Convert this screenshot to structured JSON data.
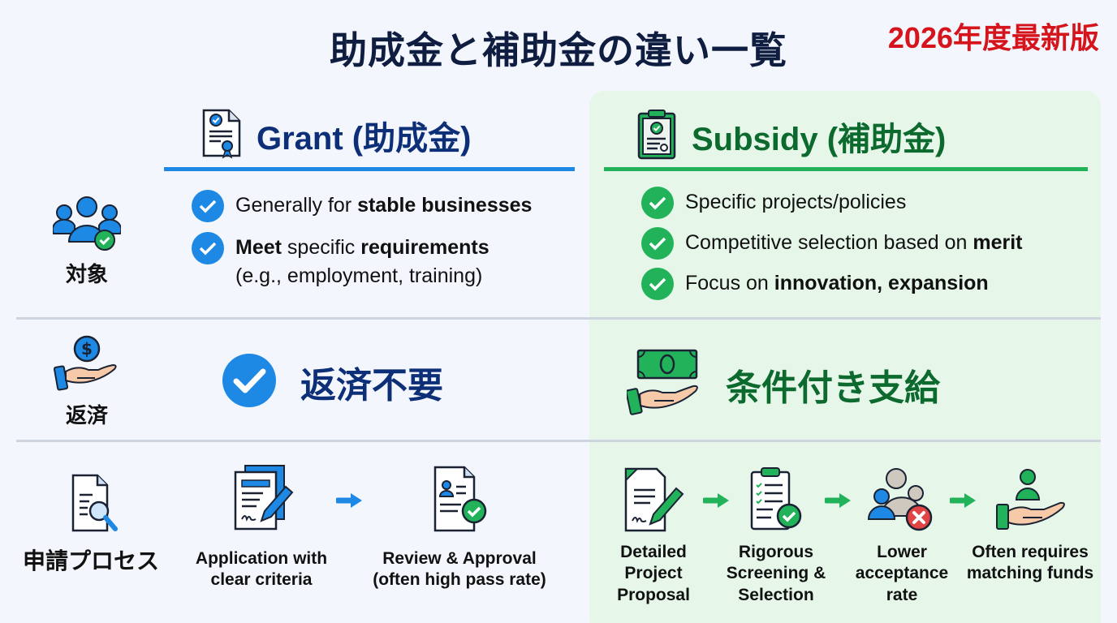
{
  "header": {
    "title": "助成金と補助金の違い一覧",
    "edition_badge": "2026年度最新版"
  },
  "colors": {
    "grant_accent": "#1e88e5",
    "grant_text": "#0d2f78",
    "subsidy_accent": "#22b35a",
    "subsidy_text": "#0d6a2e",
    "subsidy_panel_bg": "#e6f7ea",
    "edition_red": "#d6141c"
  },
  "columns": {
    "grant": {
      "label": "Grant (助成金)",
      "icon": "certificate-icon"
    },
    "subsidy": {
      "label": "Subsidy (補助金)",
      "icon": "clipboard-check-icon"
    }
  },
  "rows": {
    "target": {
      "label": "対象",
      "icon": "users-check-icon",
      "grant_bullets": [
        {
          "pre": "Generally for ",
          "bold": "stable businesses",
          "post": ""
        },
        {
          "pre": "",
          "bold": "Meet",
          "mid": " specific ",
          "bold2": "requirements",
          "line2": "(e.g., employment, training)"
        }
      ],
      "subsidy_bullets": [
        {
          "pre": "Specific projects/policies",
          "bold": "",
          "post": ""
        },
        {
          "pre": "Competitive selection based on ",
          "bold": "merit",
          "post": ""
        },
        {
          "pre": "Focus on ",
          "bold": "innovation, expansion",
          "post": ""
        }
      ]
    },
    "repayment": {
      "label": "返済",
      "icon": "hand-coin-icon",
      "grant_value": "返済不要",
      "subsidy_value": "条件付き支給"
    },
    "process": {
      "label": "申請プロセス",
      "icon": "document-search-icon",
      "grant_steps": [
        {
          "line1": "Application with",
          "line2": "clear criteria",
          "line3": ""
        },
        {
          "line1": "Review & Approval",
          "line2": "(often high pass rate)",
          "line3": ""
        }
      ],
      "subsidy_steps": [
        {
          "line1": "Detailed",
          "line2": "Project",
          "line3": "Proposal"
        },
        {
          "line1": "Rigorous",
          "line2": "Screening &",
          "line3": "Selection"
        },
        {
          "line1": "Lower",
          "line2": "acceptance",
          "line3": "rate"
        },
        {
          "line1": "Often requires",
          "line2": "matching funds",
          "line3": ""
        }
      ]
    }
  }
}
